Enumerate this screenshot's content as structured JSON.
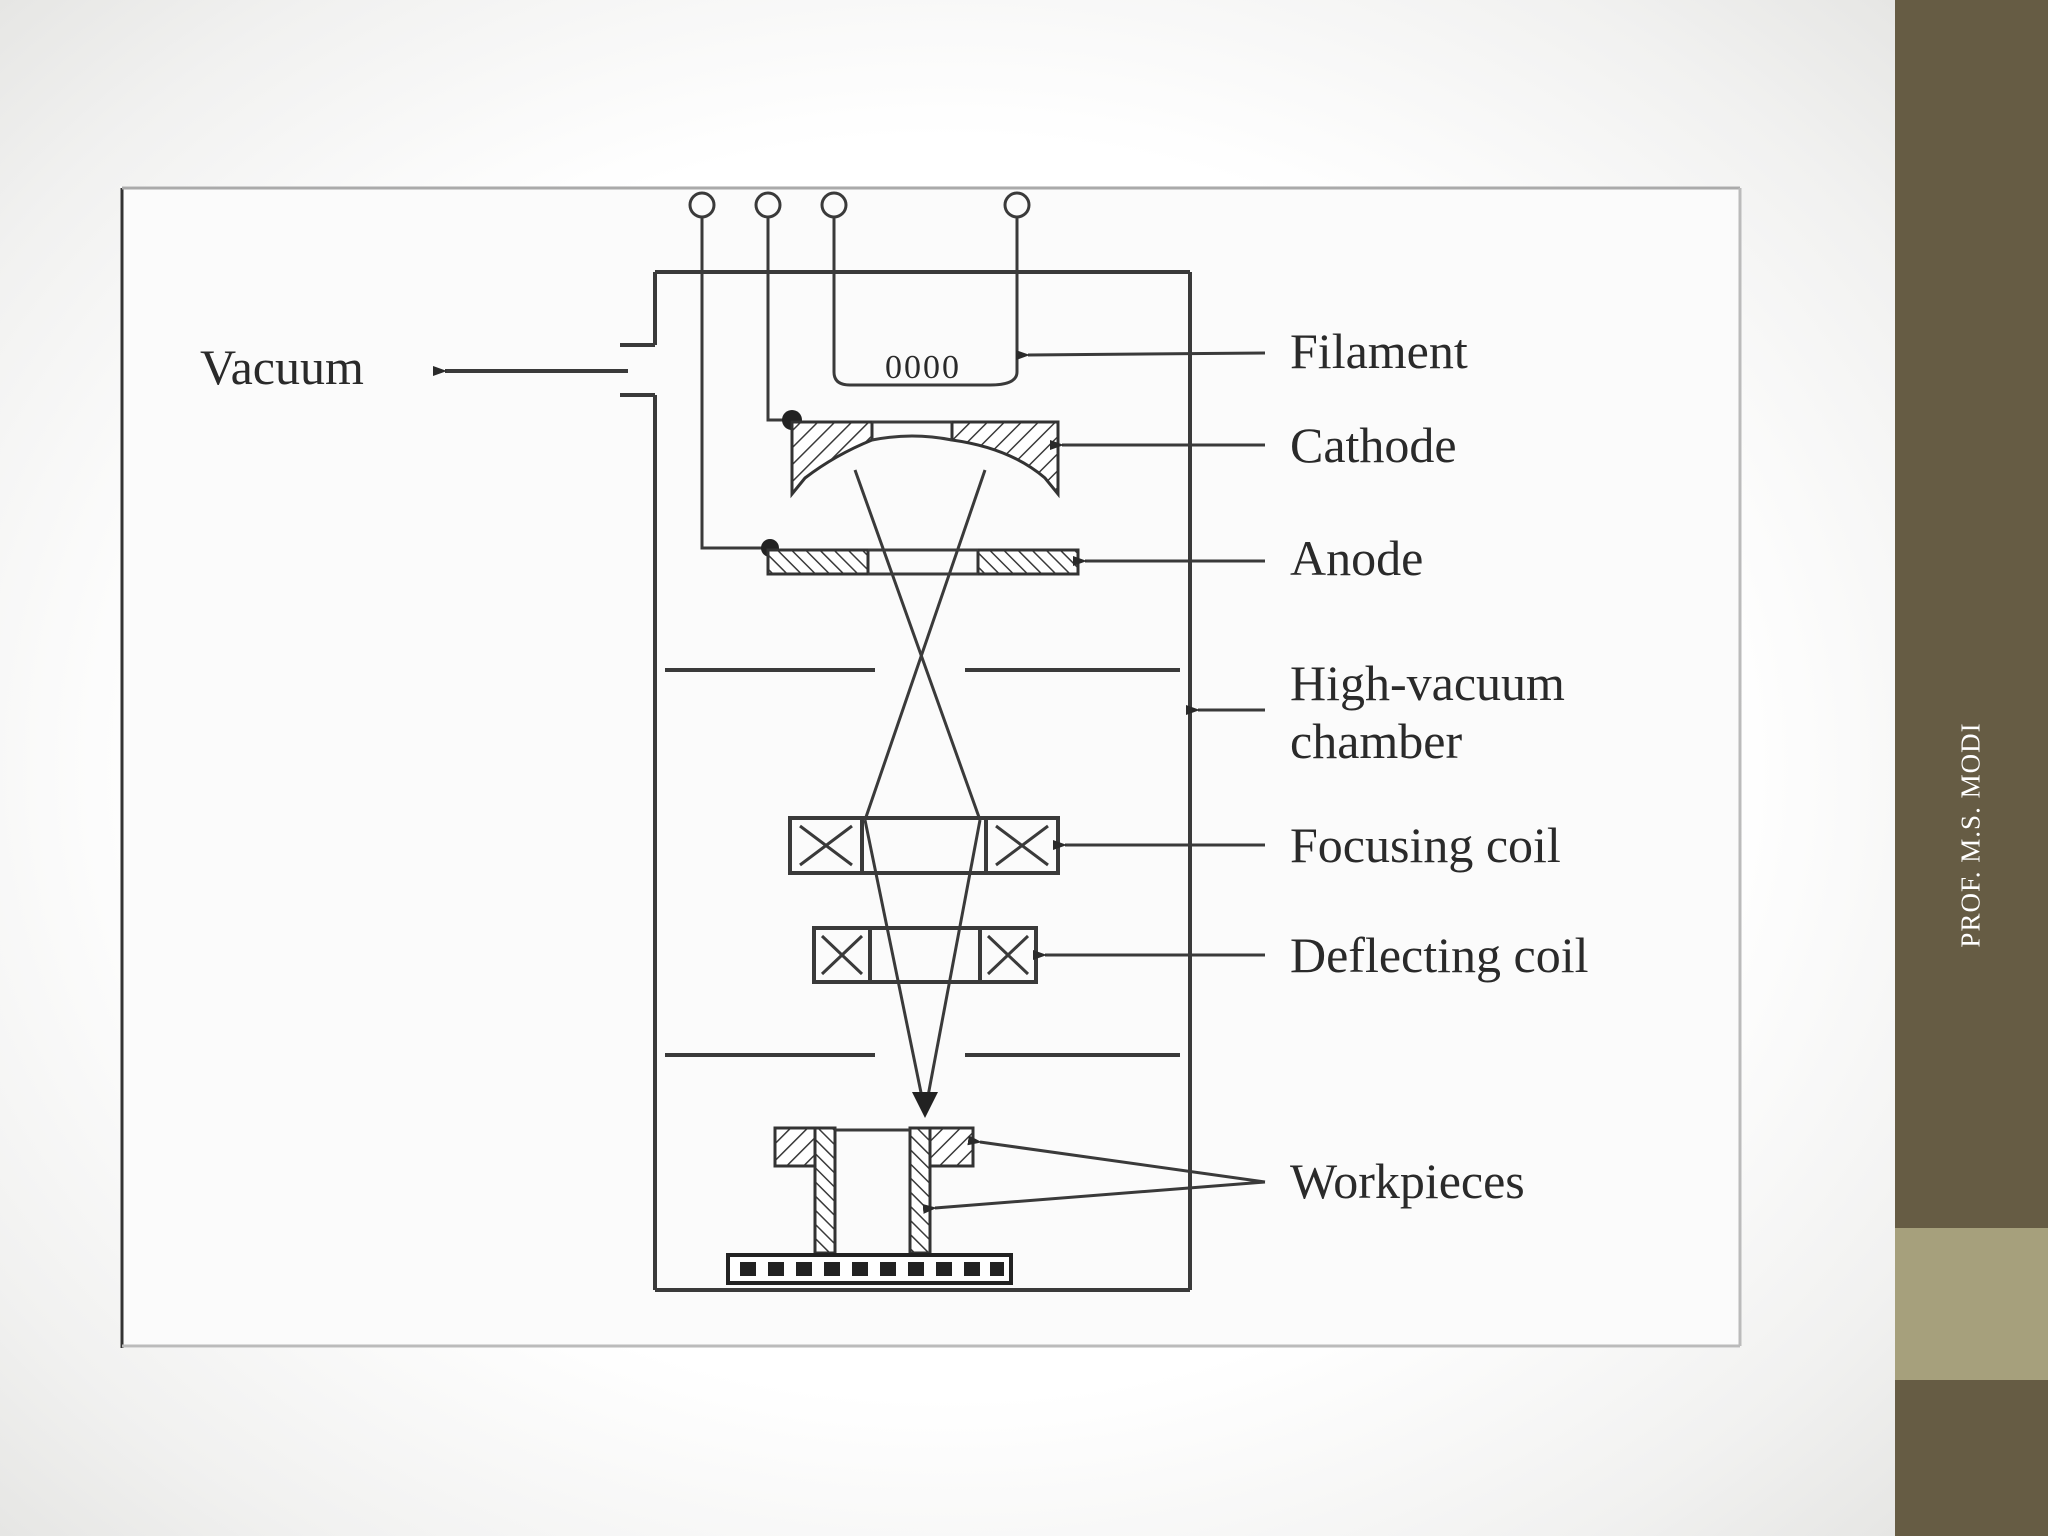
{
  "sidebar": {
    "author": "PROF. M.S. MODI"
  },
  "diagram": {
    "labels": {
      "vacuum": "Vacuum",
      "filament": "Filament",
      "cathode": "Cathode",
      "anode": "Anode",
      "chamber_line1": "High-vacuum",
      "chamber_line2": "chamber",
      "focusing_coil": "Focusing coil",
      "deflecting_coil": "Deflecting coil",
      "workpieces": "Workpieces"
    },
    "filament_glyph": "0000"
  }
}
